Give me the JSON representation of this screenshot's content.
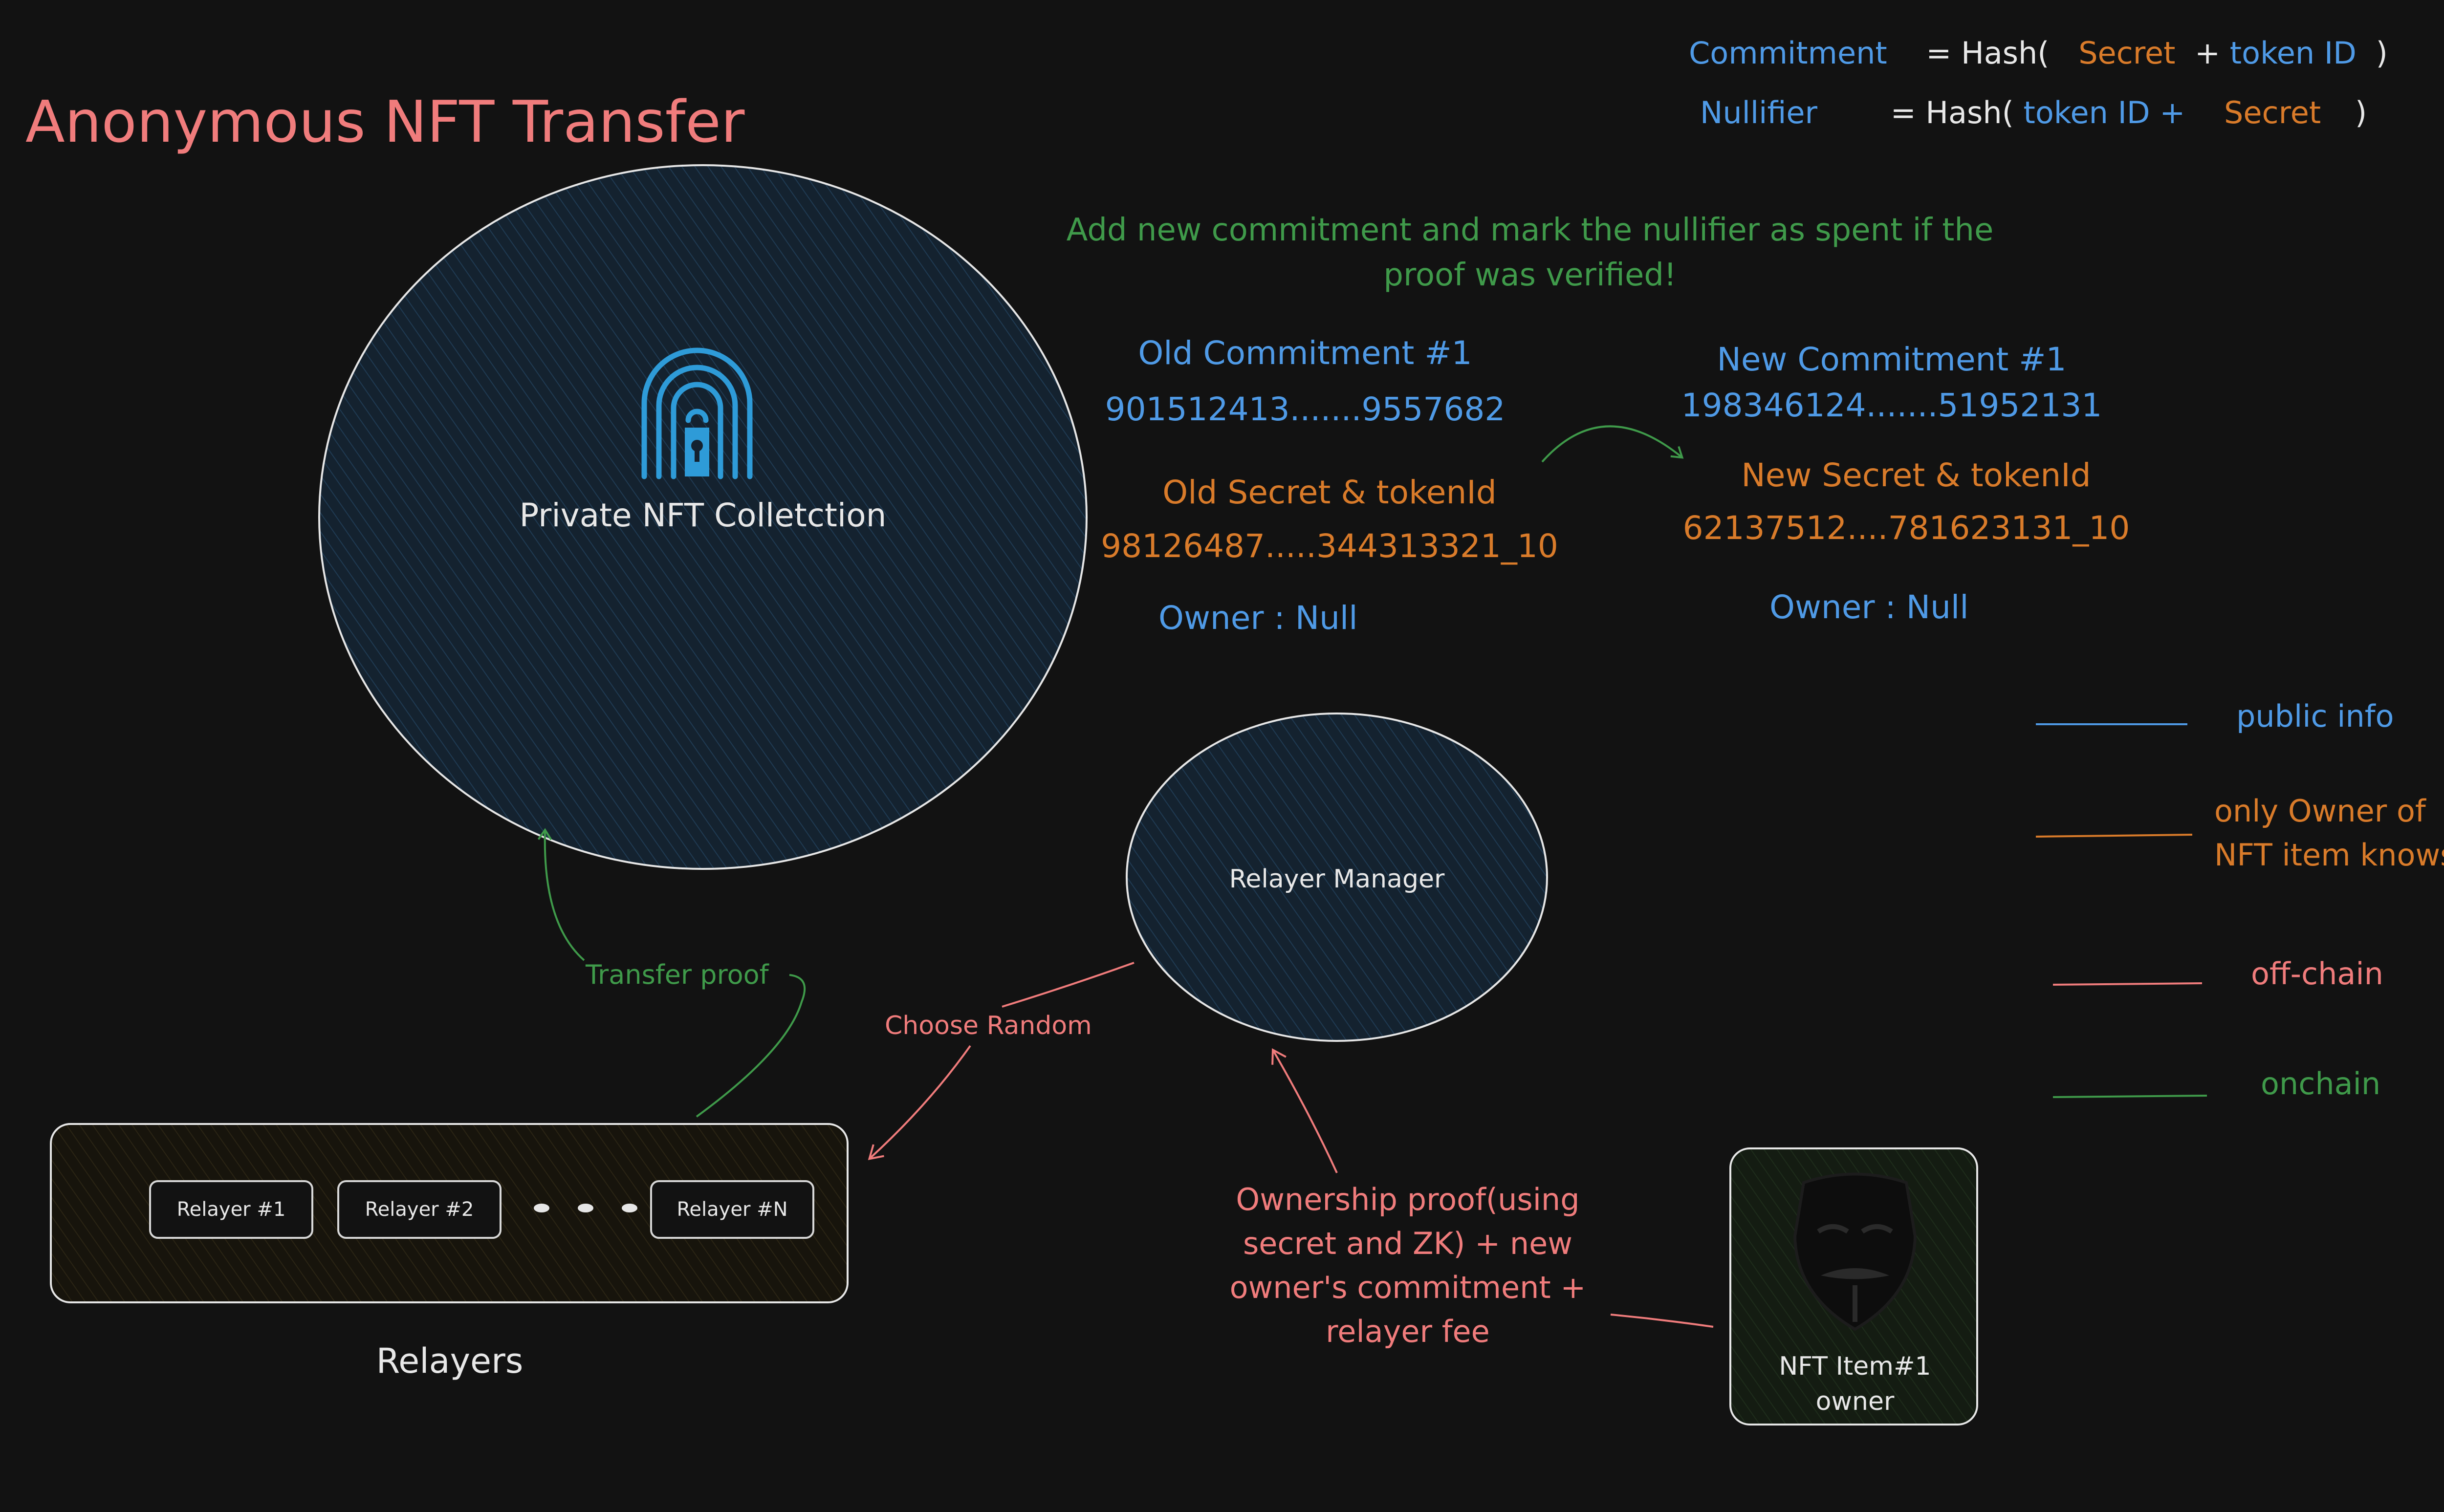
{
  "title": "Anonymous NFT Transfer",
  "formulas": {
    "commitment": {
      "label": "Commitment",
      "eq": "= Hash(",
      "secret": "Secret",
      "plus": "+",
      "token": "token ID",
      "close": ")"
    },
    "nullifier": {
      "label": "Nullifier",
      "eq": "= Hash(",
      "token": "token ID +",
      "secret": "Secret",
      "close": ")"
    }
  },
  "note_onchain": "Add new commitment and mark the nullifier as spent if the proof was verified!",
  "old_state": {
    "commitment_label": "Old Commitment #1",
    "commitment_value": "901512413.......9557682",
    "secret_label": "Old Secret & tokenId",
    "secret_value": "98126487.....344313321_10",
    "owner": "Owner : Null"
  },
  "new_state": {
    "commitment_label": "New Commitment #1",
    "commitment_value": "198346124.......51952131",
    "secret_label": "New Secret & tokenId",
    "secret_value": "62137512....781623131_10",
    "owner": "Owner : Null"
  },
  "private_collection": {
    "label": "Private NFT Colletction",
    "icon": "fingerprint-lock-icon"
  },
  "relayer_manager": {
    "label": "Relayer Manager"
  },
  "relayers": {
    "group_label": "Relayers",
    "items": [
      "Relayer #1",
      "Relayer #2",
      "Relayer #N"
    ]
  },
  "arrows": {
    "transfer_proof": "Transfer proof",
    "choose_random": "Choose Random",
    "ownership_proof": [
      "Ownership proof(using",
      "secret and ZK) + new",
      "owner's commitment +",
      "relayer fee"
    ]
  },
  "nft_owner": {
    "label": "NFT Item#1 owner",
    "icon": "anonymous-mask-icon"
  },
  "legend": {
    "items": [
      {
        "label": "public info",
        "color": "#4f9ae6"
      },
      {
        "label": "only Owner of NFT item knows",
        "color": "#d97b2a"
      },
      {
        "label": "off-chain",
        "color": "#f07c7c"
      },
      {
        "label": "onchain",
        "color": "#3f9a4a"
      }
    ]
  },
  "colors": {
    "background": "#121212",
    "public": "#4f9ae6",
    "owner_only": "#d97b2a",
    "offchain": "#f07c7c",
    "onchain": "#3f9a4a",
    "title": "#f07c7c",
    "circle_fill": "#17293a"
  }
}
